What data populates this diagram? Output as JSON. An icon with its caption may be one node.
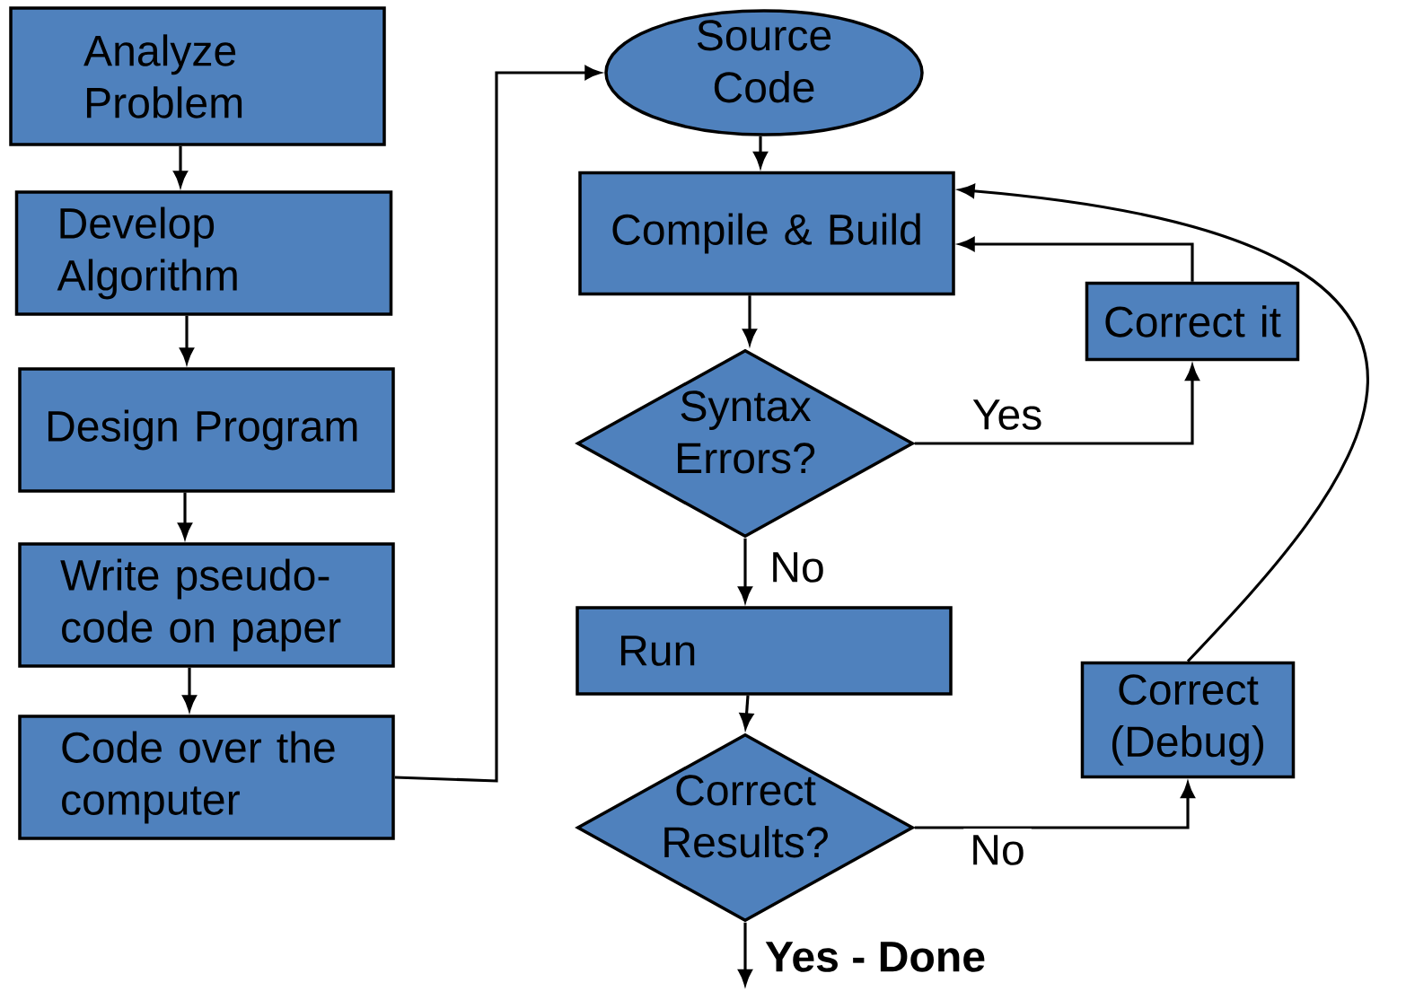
{
  "diagram": {
    "nodes": [
      {
        "text": [
          "Analyze Problem"
        ]
      },
      {
        "text": [
          "Develop Algorithm"
        ]
      },
      {
        "text": [
          "Design Program"
        ]
      },
      {
        "text": [
          "Write pseudo-code on paper"
        ]
      },
      {
        "text": [
          "Code over the computer"
        ]
      },
      {
        "text": [
          "Source Code"
        ]
      },
      {
        "text": [
          "Compile & Build"
        ]
      },
      {
        "text": [
          "Syntax Errors?"
        ]
      },
      {
        "text": [
          "Correct it"
        ]
      },
      {
        "text": [
          "Run"
        ]
      },
      {
        "text": [
          "Correct Results?"
        ]
      },
      {
        "text": [
          "Correct (Debug)"
        ]
      }
    ],
    "edges": [
      {
        "from": 0,
        "to": 1,
        "arrow": "to"
      },
      {
        "from": 1,
        "to": 2,
        "arrow": "to"
      },
      {
        "from": 2,
        "to": 3,
        "arrow": "to"
      },
      {
        "from": 3,
        "to": 4,
        "arrow": "to"
      },
      {
        "from": 4,
        "to": 5,
        "arrow": "to"
      },
      {
        "from": 5,
        "to": 6,
        "arrow": "to"
      },
      {
        "from": 6,
        "to": 7,
        "arrow": "to"
      },
      {
        "from": 7,
        "to": 8,
        "arrow": "to",
        "label": "Yes"
      },
      {
        "from": 8,
        "to": 6,
        "arrow": "to"
      },
      {
        "from": 7,
        "to": 9,
        "arrow": "to",
        "label": "No"
      },
      {
        "from": 9,
        "to": 10,
        "arrow": "to"
      },
      {
        "from": 10,
        "to": 11,
        "arrow": "to",
        "label": "No"
      },
      {
        "from": 11,
        "to": 6,
        "arrow": "to"
      },
      {
        "from": 10,
        "to": null,
        "arrow": "to",
        "label": "Yes - Done"
      }
    ]
  }
}
